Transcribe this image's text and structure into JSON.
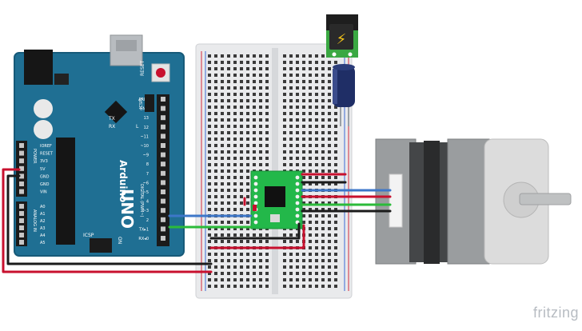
{
  "diagram": {
    "arduino": {
      "brand_label": "Arduino",
      "model_label": "UNO",
      "reset_label": "RESET",
      "icsp_label": "ICSP",
      "icsp2_label": "ICSP2",
      "on_label": "ON",
      "tx_label": "TX",
      "rx_label": "RX",
      "l_label": "L",
      "power_pins": [
        "IOREF",
        "RESET",
        "3V3",
        "5V",
        "GND",
        "GND",
        "VIN"
      ],
      "power_header_label": "POWER",
      "analog_pins": [
        "A0",
        "A1",
        "A2",
        "A3",
        "A4",
        "A5"
      ],
      "analog_header_label": "ANALOG IN",
      "digital_pins": [
        "AREF",
        "GND",
        "13",
        "12",
        "~11",
        "~10",
        "~9",
        "8",
        "7",
        "~6",
        "~5",
        "4",
        "~3",
        "2",
        "TX▸1",
        "RX◂0"
      ],
      "digital_header_label": "DIGITAL (PWM~)"
    },
    "power_jack_symbol": "⚡",
    "watermark": "fritzing"
  },
  "colors": {
    "board_blue": "#1f6f93",
    "board_edge": "#175a79",
    "breadboard": "#e9eaec",
    "wire_red": "#c8102e",
    "wire_black": "#1b1b1b",
    "wire_blue": "#3d77c9",
    "wire_green": "#2bbb3a",
    "driver_pcb": "#23b84a",
    "motor_body": "#909394",
    "capacitor": "#1f2e66"
  }
}
